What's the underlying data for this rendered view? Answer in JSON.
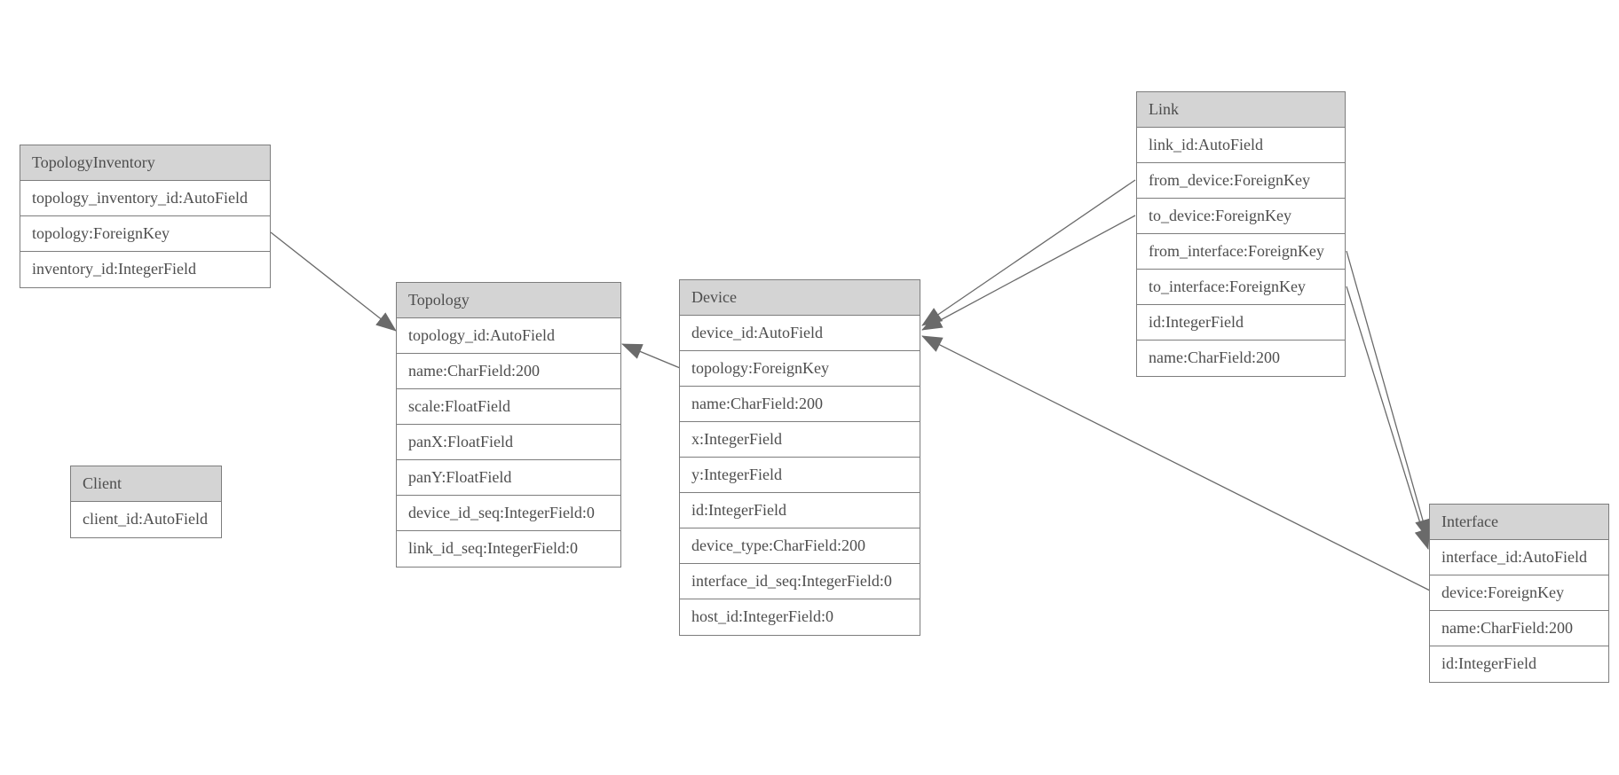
{
  "colors": {
    "header_fill": "#d4d4d4",
    "border": "#7d7d7d",
    "text": "#4d4d4d",
    "edge_line": "#6a6a6a",
    "arrow_fill": "#6a6a6a",
    "background": "#ffffff"
  },
  "tables": {
    "topology_inventory": {
      "title": "TopologyInventory",
      "rows": [
        "topology_inventory_id:AutoField",
        "topology:ForeignKey",
        "inventory_id:IntegerField"
      ]
    },
    "topology": {
      "title": "Topology",
      "rows": [
        "topology_id:AutoField",
        "name:CharField:200",
        "scale:FloatField",
        "panX:FloatField",
        "panY:FloatField",
        "device_id_seq:IntegerField:0",
        "link_id_seq:IntegerField:0"
      ]
    },
    "client": {
      "title": "Client",
      "rows": [
        "client_id:AutoField"
      ]
    },
    "device": {
      "title": "Device",
      "rows": [
        "device_id:AutoField",
        "topology:ForeignKey",
        "name:CharField:200",
        "x:IntegerField",
        "y:IntegerField",
        "id:IntegerField",
        "device_type:CharField:200",
        "interface_id_seq:IntegerField:0",
        "host_id:IntegerField:0"
      ]
    },
    "link": {
      "title": "Link",
      "rows": [
        "link_id:AutoField",
        "from_device:ForeignKey",
        "to_device:ForeignKey",
        "from_interface:ForeignKey",
        "to_interface:ForeignKey",
        "id:IntegerField",
        "name:CharField:200"
      ]
    },
    "interface": {
      "title": "Interface",
      "rows": [
        "interface_id:AutoField",
        "device:ForeignKey",
        "name:CharField:200",
        "id:IntegerField"
      ]
    }
  },
  "relationships": [
    {
      "from_table": "TopologyInventory",
      "from_field": "topology",
      "to_table": "Topology",
      "points": [
        305,
        262,
        446,
        373
      ]
    },
    {
      "from_table": "Device",
      "from_field": "topology",
      "to_table": "Topology",
      "points": [
        766,
        415,
        701,
        388
      ]
    },
    {
      "from_table": "Link",
      "from_field": "from_device",
      "to_table": "Device",
      "points": [
        1279,
        203,
        1039,
        367
      ]
    },
    {
      "from_table": "Link",
      "from_field": "to_device",
      "to_table": "Device",
      "points": [
        1279,
        243,
        1039,
        372
      ]
    },
    {
      "from_table": "Link",
      "from_field": "from_interface",
      "to_table": "Interface",
      "points": [
        1517,
        283,
        1609,
        608
      ]
    },
    {
      "from_table": "Link",
      "from_field": "to_interface",
      "to_table": "Interface",
      "points": [
        1517,
        323,
        1609,
        619
      ]
    },
    {
      "from_table": "Interface",
      "from_field": "device",
      "to_table": "Device",
      "points": [
        1611,
        666,
        1039,
        379
      ]
    }
  ]
}
